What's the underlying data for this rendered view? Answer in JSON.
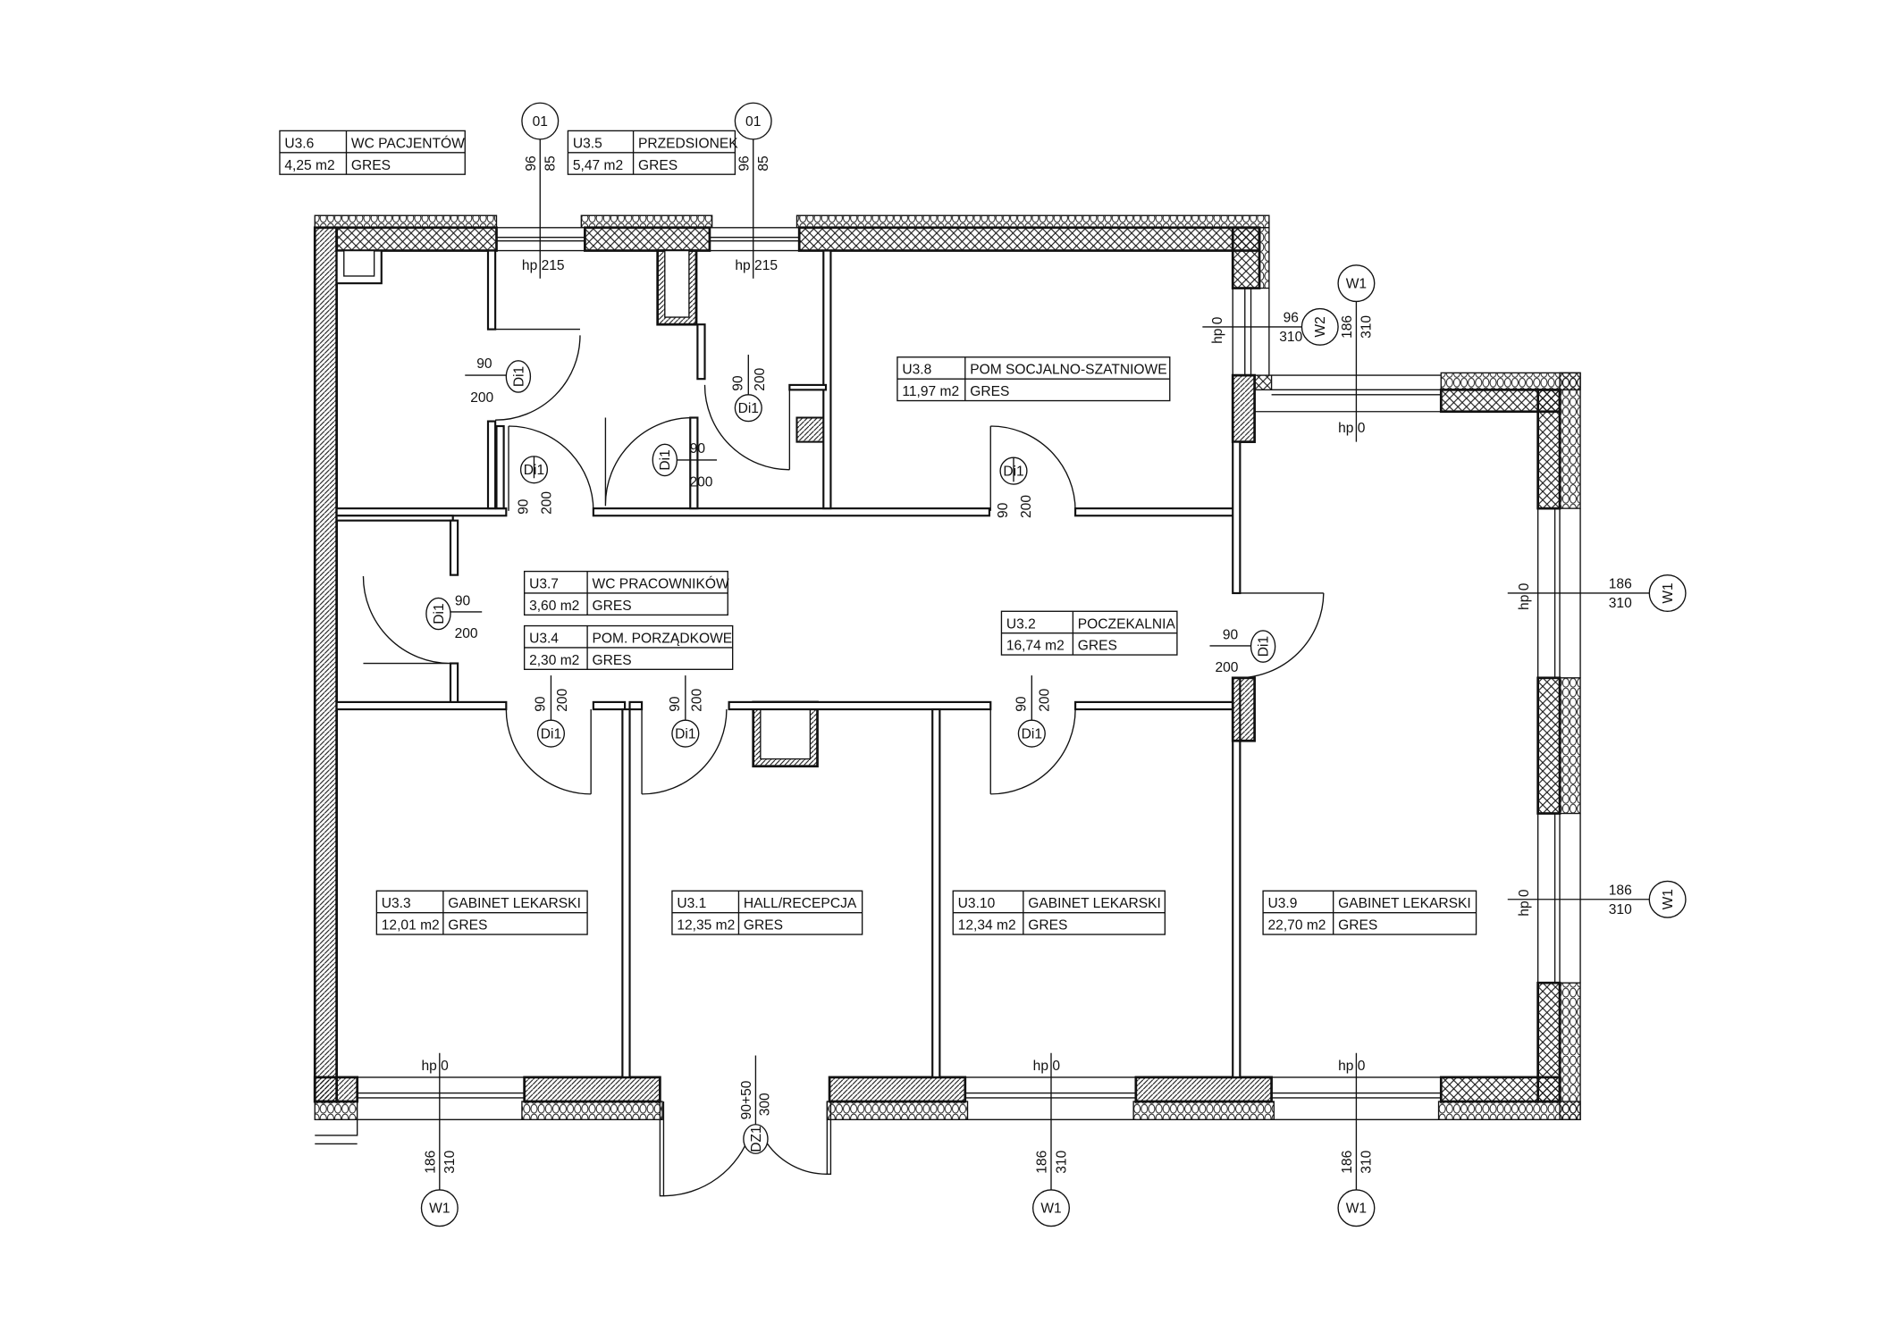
{
  "rooms": [
    {
      "id": "U3.6",
      "name": "WC PACJENTÓW",
      "area": "4,25 m2",
      "floor": "GRES"
    },
    {
      "id": "U3.5",
      "name": "PRZEDSIONEK",
      "area": "5,47 m2",
      "floor": "GRES"
    },
    {
      "id": "U3.8",
      "name": "POM SOCJALNO-SZATNIOWE",
      "area": "11,97 m2",
      "floor": "GRES"
    },
    {
      "id": "U3.7",
      "name": "WC PRACOWNIKÓW",
      "area": "3,60 m2",
      "floor": "GRES"
    },
    {
      "id": "U3.4",
      "name": "POM. PORZĄDKOWE",
      "area": "2,30 m2",
      "floor": "GRES"
    },
    {
      "id": "U3.2",
      "name": "POCZEKALNIA",
      "area": "16,74 m2",
      "floor": "GRES"
    },
    {
      "id": "U3.3",
      "name": "GABINET LEKARSKI",
      "area": "12,01 m2",
      "floor": "GRES"
    },
    {
      "id": "U3.1",
      "name": "HALL/RECEPCJA",
      "area": "12,35 m2",
      "floor": "GRES"
    },
    {
      "id": "U3.10",
      "name": "GABINET LEKARSKI",
      "area": "12,34 m2",
      "floor": "GRES"
    },
    {
      "id": "U3.9",
      "name": "GABINET LEKARSKI",
      "area": "22,70 m2",
      "floor": "GRES"
    }
  ],
  "doors": [
    {
      "tag": "Di1",
      "width": "90",
      "height": "200"
    },
    {
      "tag": "Di1",
      "width": "90",
      "height": "200"
    },
    {
      "tag": "Di1",
      "width": "90",
      "height": "200"
    },
    {
      "tag": "Di1",
      "width": "90",
      "height": "200"
    },
    {
      "tag": "Di1",
      "width": "90",
      "height": "200"
    },
    {
      "tag": "Di1",
      "width": "90",
      "height": "200"
    },
    {
      "tag": "Di1",
      "width": "90",
      "height": "200"
    },
    {
      "tag": "Di1",
      "width": "90",
      "height": "200"
    },
    {
      "tag": "Di1",
      "width": "90",
      "height": "200"
    },
    {
      "tag": "Di1",
      "width": "90",
      "height": "200"
    },
    {
      "tag": "DZ1",
      "width": "90+50",
      "height": "300"
    }
  ],
  "windows": [
    {
      "tag": "01",
      "sill": "96",
      "height": "85",
      "hp": "hp 215"
    },
    {
      "tag": "01",
      "sill": "96",
      "height": "85",
      "hp": "hp 215"
    },
    {
      "tag": "W2",
      "sill": "96",
      "height": "310",
      "hp": "hp 0"
    },
    {
      "tag": "W1",
      "sill": "186",
      "height": "310",
      "hp": "hp 0"
    },
    {
      "tag": "W1",
      "sill": "186",
      "height": "310",
      "hp": "hp 0"
    },
    {
      "tag": "W1",
      "sill": "186",
      "height": "310",
      "hp": "hp 0"
    },
    {
      "tag": "W1",
      "sill": "186",
      "height": "310",
      "hp": "hp 0"
    },
    {
      "tag": "W1",
      "sill": "186",
      "height": "310",
      "hp": "hp 0"
    },
    {
      "tag": "W1",
      "sill": "186",
      "height": "310",
      "hp": "hp 0"
    }
  ]
}
